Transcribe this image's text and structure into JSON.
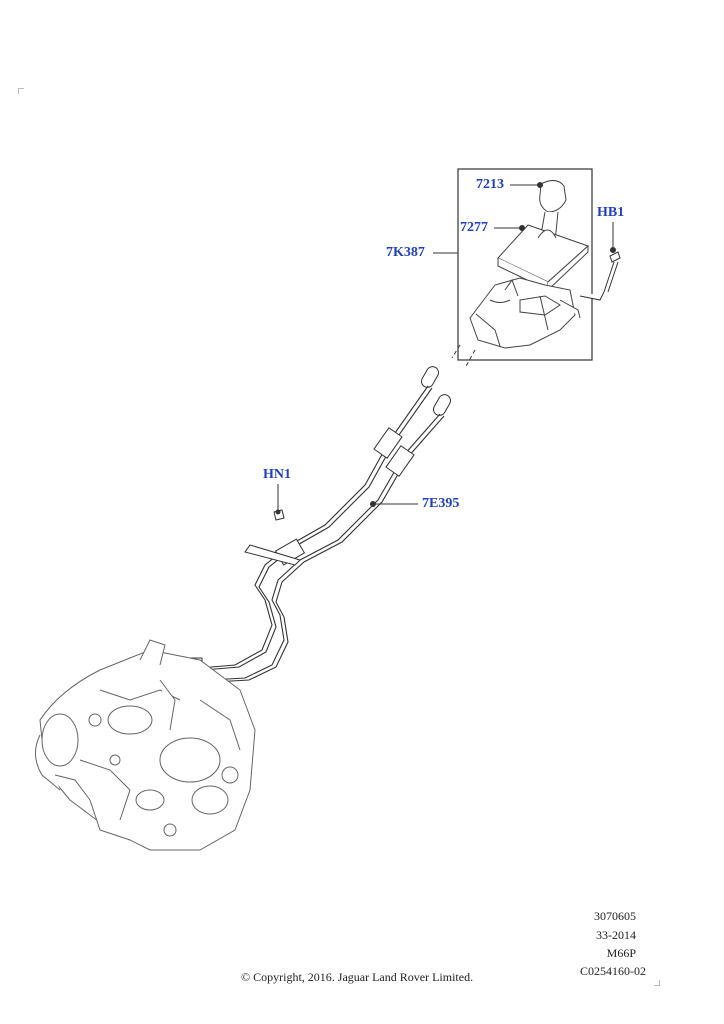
{
  "callouts": {
    "knob": "7213",
    "boot": "7277",
    "shifter_assembly": "7K387",
    "bolt_hb1": "HB1",
    "nut_hn1": "HN1",
    "cable": "7E395"
  },
  "reference": {
    "line1": "3070605",
    "line2": "33-2014",
    "line3": "M66P",
    "line4": "C0254160-02"
  },
  "copyright": "© Copyright, 2016. Jaguar Land Rover Limited.",
  "colors": {
    "callout": "#1f3fbf",
    "line": "#333333"
  }
}
